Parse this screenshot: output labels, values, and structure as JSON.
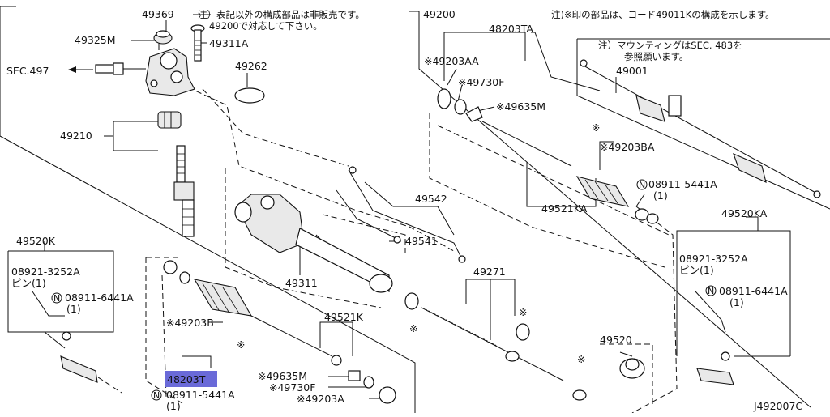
{
  "diagram_id": "J492007C",
  "sec_ref": "SEC.497",
  "notes": {
    "top_left_1": "注）表記以外の構成部品は非販売です。",
    "top_left_2": "49200で対応して下さい。",
    "top_right": "注)※印の部品は、コード49011Kの構成を示します。",
    "mount_1": "注）マウンティングはSEC. 483を",
    "mount_2": "参照願います。"
  },
  "labels": {
    "p49369": "49369",
    "p49325m": "49325M",
    "p49311a": "49311A",
    "p49262": "49262",
    "p49210": "49210",
    "p49200": "49200",
    "p48203ta": "48203TA",
    "p49203aa": "※49203AA",
    "p49730f_top": "※49730F",
    "p49635m_top": "※49635M",
    "p49001": "49001",
    "p49203ba": "※49203BA",
    "p08911_right_top": "08911-5441A",
    "p08911_right_top_qty": "(1)",
    "p49521ka": "49521KA",
    "p49542": "49542",
    "p49541": "49541",
    "p49520ka": "49520KA",
    "p08921_right": "08921-3252A",
    "p08921_right_pin": "ピン(1)",
    "p08911_right_mid": "08911-6441A",
    "p08911_right_mid_qty": "(1)",
    "p49520k": "49520K",
    "p08921_left": "08921-3252A",
    "p08921_left_pin": "ピン(1)",
    "p08911_left_mid": "08911-6441A",
    "p08911_left_mid_qty": "(1)",
    "p49311": "49311",
    "p49271": "49271",
    "p49521k": "49521K",
    "p49203b": "※49203B",
    "p49635m_bot": "※49635M",
    "p49730f_bot": "※49730F",
    "p49203a": "※49203A",
    "p48203t": "48203T",
    "p08911_left_bot": "08911-5441A",
    "p08911_left_bot_qty": "(1)",
    "p49520": "49520",
    "mark": "※",
    "nut_symbol": "N"
  }
}
